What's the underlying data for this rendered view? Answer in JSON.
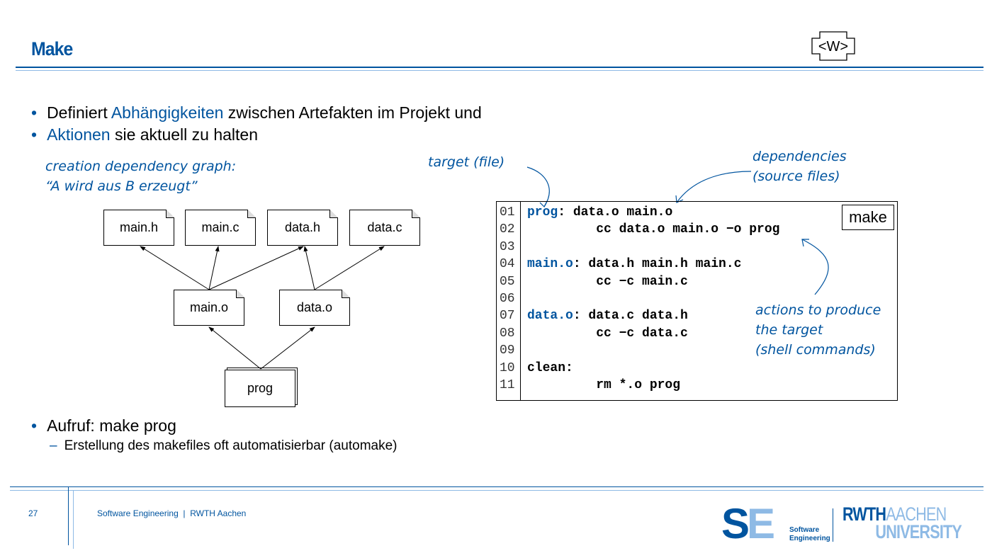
{
  "title": "Make",
  "bullets": [
    {
      "parts": [
        "Definiert ",
        "Abhängigkeiten",
        " zwischen Artefakten im Projekt und"
      ]
    },
    {
      "parts": [
        "",
        "Aktionen",
        " sie aktuell zu halten"
      ]
    }
  ],
  "graph": {
    "caption1": "creation dependency graph:",
    "caption2": "“A wird aus B erzeugt”",
    "nodes": {
      "main_h": "main.h",
      "main_c": "main.c",
      "data_h": "data.h",
      "data_c": "data.c",
      "main_o": "main.o",
      "data_o": "data.o",
      "prog": "prog"
    }
  },
  "annotations": {
    "target": "target (file)",
    "deps1": "dependencies",
    "deps2": "(source files)",
    "act1": "actions to produce",
    "act2": "the target",
    "act3": "(shell commands)"
  },
  "makefile": {
    "badge": "make",
    "lines": [
      {
        "n": "01",
        "t": "prog",
        "r": ": data.o main.o"
      },
      {
        "n": "02",
        "t": "",
        "r": "         cc data.o main.o −o prog"
      },
      {
        "n": "03",
        "t": "",
        "r": ""
      },
      {
        "n": "04",
        "t": "main.o",
        "r": ": data.h main.h main.c"
      },
      {
        "n": "05",
        "t": "",
        "r": "         cc −c main.c"
      },
      {
        "n": "06",
        "t": "",
        "r": ""
      },
      {
        "n": "07",
        "t": "data.o",
        "r": ": data.c data.h"
      },
      {
        "n": "08",
        "t": "",
        "r": "         cc −c data.c"
      },
      {
        "n": "09",
        "t": "",
        "r": ""
      },
      {
        "n": "10",
        "t": "",
        "r": "clean:"
      },
      {
        "n": "11",
        "t": "",
        "r": "         rm *.o prog"
      }
    ]
  },
  "bottom": {
    "bullet": "Aufruf: make prog",
    "sub": "Erstellung des makefiles oft automatisierbar (automake)"
  },
  "footer": {
    "page": "27",
    "text": "Software Engineering  |  RWTH Aachen",
    "se_logo": "SE Software Engineering",
    "rwth_logo": "RWTH AACHEN UNIVERSITY",
    "w_logo": "<W>"
  }
}
